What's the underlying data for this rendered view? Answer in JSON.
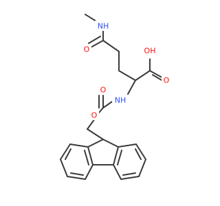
{
  "molecule": {
    "colors": {
      "bond": "#3a3a3a",
      "oxygen": "#ff0d0d",
      "nitrogen": "#3050f8",
      "background": "#ffffff"
    },
    "labels": {
      "amide_nh": "NH",
      "amide_o": "O",
      "acid_oh": "OH",
      "acid_o": "O",
      "carbamate_nh": "NH",
      "carbamate_o": "O",
      "ester_o": "O"
    }
  }
}
